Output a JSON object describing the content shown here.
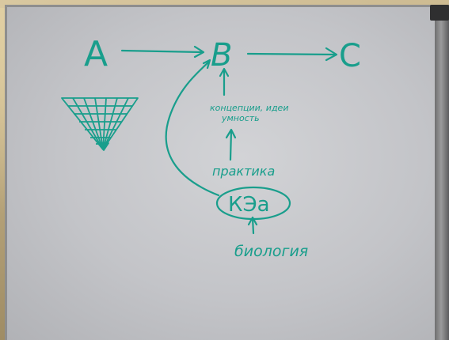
{
  "board": {
    "letter_a": "A",
    "letter_b": "B",
    "letter_c": "C",
    "note_concepts": "концепции, идеи",
    "note_concepts_2": "умность",
    "note_practice": "практика",
    "note_kea": "КЭа",
    "note_biology": "биология"
  },
  "colors": {
    "marker": "#199e8c",
    "board": "#c6c7cb",
    "frame": "#8e8e8e"
  }
}
